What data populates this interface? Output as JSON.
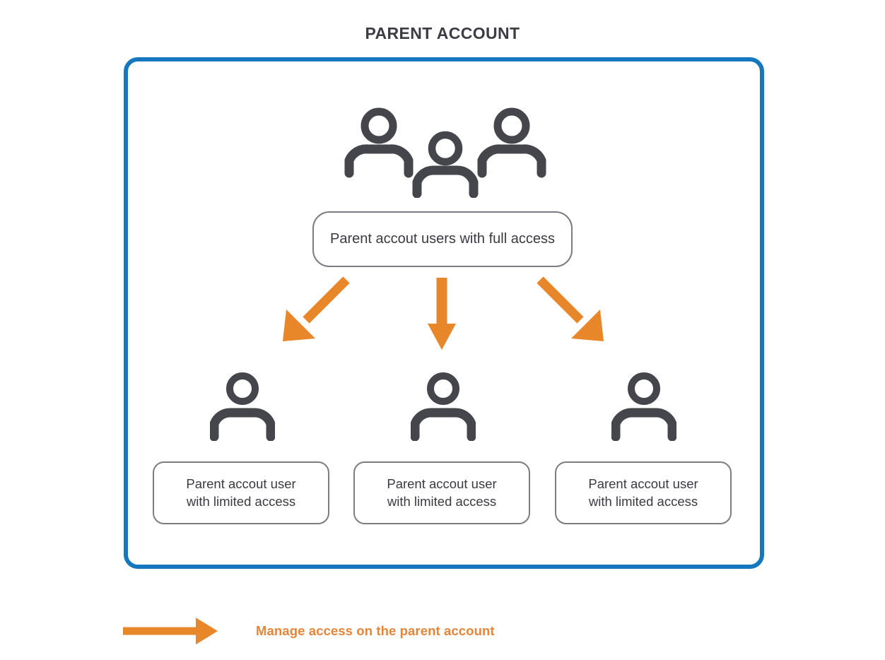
{
  "page": {
    "title": "PARENT ACCOUNT",
    "background_color": "#ffffff"
  },
  "colors": {
    "container_border": "#1577BD",
    "arrow_orange": "#E8862A",
    "icon_gray": "#45454C",
    "box_border": "#7c7c84",
    "text_dark": "#3a3a42",
    "title_text": "#3c3c44",
    "legend_text": "#E5853A"
  },
  "parent_container": {
    "name": "parent-account-container",
    "group_icon_name": "users-group-icon",
    "full_access": {
      "label": "Parent accout users with full access"
    },
    "arrows": [
      {
        "name": "arrow-down-left",
        "direction": "down-left"
      },
      {
        "name": "arrow-down",
        "direction": "down"
      },
      {
        "name": "arrow-down-right",
        "direction": "down-right"
      }
    ],
    "limited_users": [
      {
        "icon_name": "person-icon",
        "line1": "Parent accout user",
        "line2": "with limited access"
      },
      {
        "icon_name": "person-icon",
        "line1": "Parent accout user",
        "line2": "with limited access"
      },
      {
        "icon_name": "person-icon",
        "line1": "Parent accout user",
        "line2": "with limited access"
      }
    ]
  },
  "legend": {
    "arrow_icon_name": "right-arrow-icon",
    "text": "Manage access on the parent account"
  }
}
